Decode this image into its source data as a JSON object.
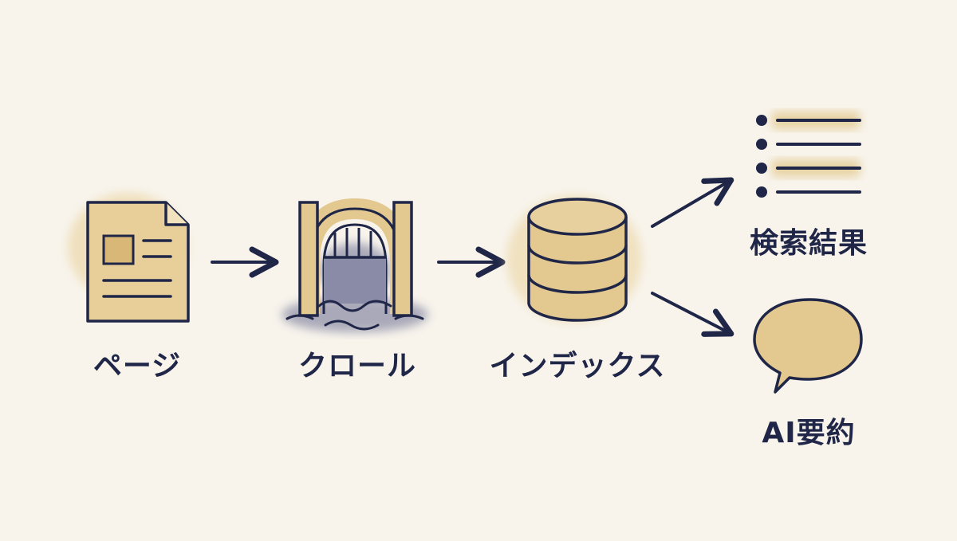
{
  "nodes": {
    "page": {
      "label": "ページ",
      "icon": "document-icon"
    },
    "crawl": {
      "label": "クロール",
      "icon": "dam-gate-icon"
    },
    "index": {
      "label": "インデックス",
      "icon": "database-icon"
    },
    "results": {
      "label": "検索結果",
      "icon": "bulleted-list-icon"
    },
    "summary": {
      "label": "AI要約",
      "icon": "speech-bubble-icon"
    }
  },
  "colors": {
    "ink": "#1f2647",
    "tan": "#e3c98f",
    "water": "#8f90a8",
    "background": "#f8f4ec"
  }
}
